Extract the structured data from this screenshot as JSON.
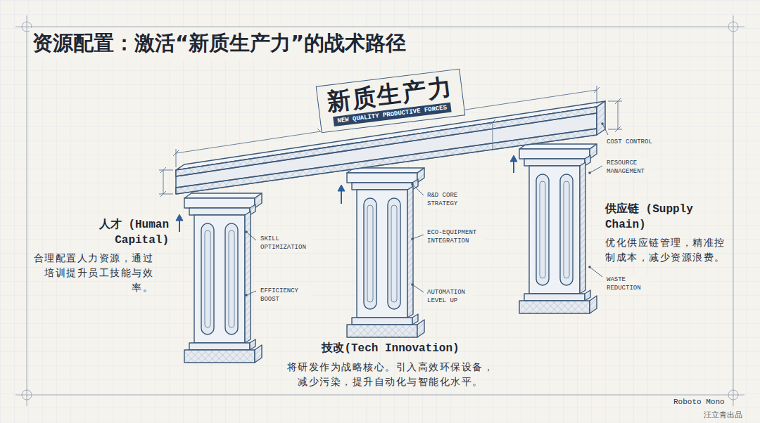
{
  "diagram": {
    "title": "资源配置：激活“新质生产力”的战术路径",
    "nodes": [
      {
        "text": [
          "新质生产力",
          "NEW QUALITY PRODUCTIVE FORCES"
        ]
      },
      {
        "text": [
          "人才 (Human Capital)",
          "合理配置人力资源，通过培训提升员工技能与效率。"
        ]
      },
      {
        "text": [
          "技改(Tech Innovation)",
          "将研发作为战略核心。引入高效环保设备，减少污染，提升自动化与智能化水平。"
        ]
      },
      {
        "text": [
          "供应链 (Supply Chain)",
          "优化供应链管理，精准控制成本，减少资源浪费。"
        ]
      }
    ],
    "labels": [
      "SKILL OPTIMIZATION",
      "EFFICIENCY BOOST",
      "R&D CORE STRATEGY",
      "ECO-EQUIPMENT INTEGRATION",
      "AUTOMATION LEVEL UP",
      "COST CONTROL",
      "RESOURCE MANAGEMENT",
      "WASTE REDUCTION",
      "Roboto Mono",
      "汪立青出品"
    ]
  }
}
